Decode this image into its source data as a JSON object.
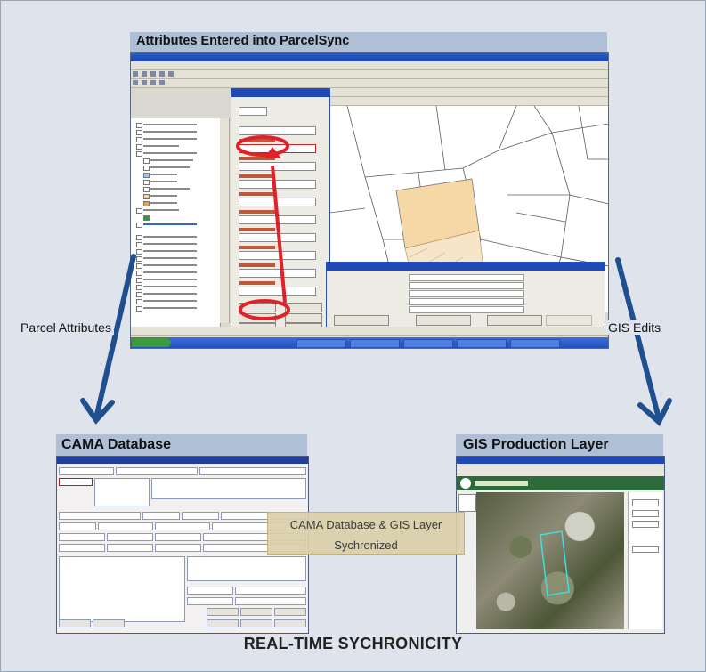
{
  "top_panel": {
    "caption": "Attributes Entered into ParcelSync"
  },
  "labels": {
    "parcel_attributes": "Parcel Attributes",
    "gis_edits": "GIS Edits"
  },
  "cama_panel": {
    "title": "CAMA Database"
  },
  "gis_panel": {
    "title": "GIS Production Layer"
  },
  "sync_note": {
    "line1": "CAMA Database & GIS Layer",
    "line2": "Sychronized"
  },
  "footer": {
    "title": "REAL-TIME SYCHRONICITY"
  },
  "colors": {
    "header_bar": "#aebfd6",
    "arrow_blue": "#1f4f8f",
    "highlight_red": "#e0212a",
    "parcel_fill": "#f6d8a6",
    "sync_box": "#dad0aa"
  },
  "icons": [
    "arrow-down-left-icon",
    "arrow-down-right-icon",
    "red-arrow-icon",
    "red-ellipse-highlight-icon"
  ]
}
